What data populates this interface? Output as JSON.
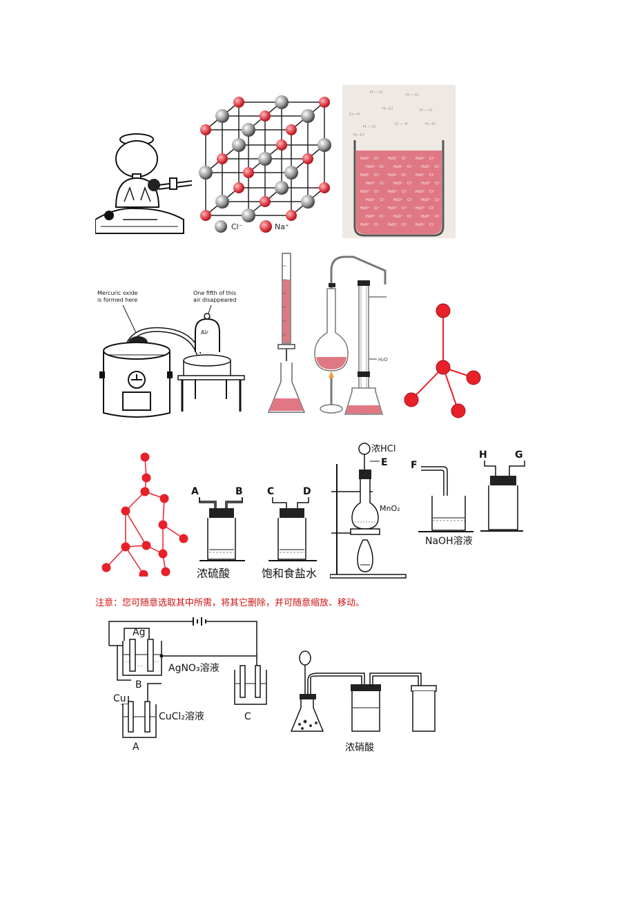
{
  "lattice_legend": {
    "cl": "Cl⁻",
    "na": "Na⁺"
  },
  "lavoisier": {
    "label_left_1": "Mercuric oxide",
    "label_left_2": "is formed here",
    "label_right_1": "One fifth of this",
    "label_right_2": "air disappeared",
    "air": "Air"
  },
  "distill": {
    "water": "H₂O"
  },
  "chlorine_setup": {
    "hcl": "浓HCl",
    "e": "E",
    "mno2": "MnO₂",
    "a": "A",
    "b": "B",
    "c": "C",
    "d": "D",
    "f": "F",
    "h": "H",
    "g": "G",
    "sulfuric": "浓硫酸",
    "saltwater": "饱和食盐水",
    "naoh": "NaOH溶液"
  },
  "note": "注意：您可随意选取其中所需，将其它删除，并可随意缩放、移动。",
  "electro": {
    "ag": "Ag",
    "agno3": "AgNO₃溶液",
    "b": "B",
    "cu": "Cu",
    "cucl2": "CuCl₂溶液",
    "a": "A",
    "c": "C"
  },
  "nitric": "浓硝酸",
  "colors": {
    "red": "#e8202a",
    "pink": "#e89aa0",
    "ink": "#111111"
  }
}
